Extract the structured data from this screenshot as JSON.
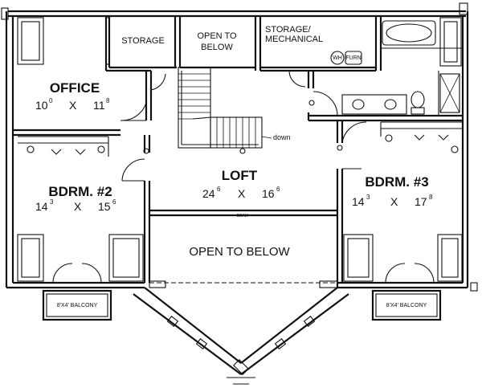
{
  "rooms": {
    "office": {
      "name": "OFFICE",
      "w": "10",
      "w_in": "0",
      "x": "X",
      "d": "11",
      "d_in": "8"
    },
    "bedroom2": {
      "name": "BDRM. #2",
      "w": "14",
      "w_in": "3",
      "x": "X",
      "d": "15",
      "d_in": "6"
    },
    "bedroom3": {
      "name": "BDRM. #3",
      "w": "14",
      "w_in": "3",
      "x": "X",
      "d": "17",
      "d_in": "8"
    },
    "loft": {
      "name": "LOFT",
      "w": "24",
      "w_in": "6",
      "x": "X",
      "d": "16",
      "d_in": "6"
    }
  },
  "areas": {
    "storage": "STORAGE",
    "open_to_below_top_1": "OPEN TO",
    "open_to_below_top_2": "BELOW",
    "storage_mech_1": "STORAGE/",
    "storage_mech_2": "MECHANICAL",
    "open_to_below_main": "OPEN TO BELOW"
  },
  "fixtures": {
    "water_heater": "WH",
    "furnace": "FURN"
  },
  "stair_note": "down",
  "beam_note": "BEAM",
  "balconies": {
    "left": "8'X4' BALCONY",
    "right": "8'X4' BALCONY"
  }
}
